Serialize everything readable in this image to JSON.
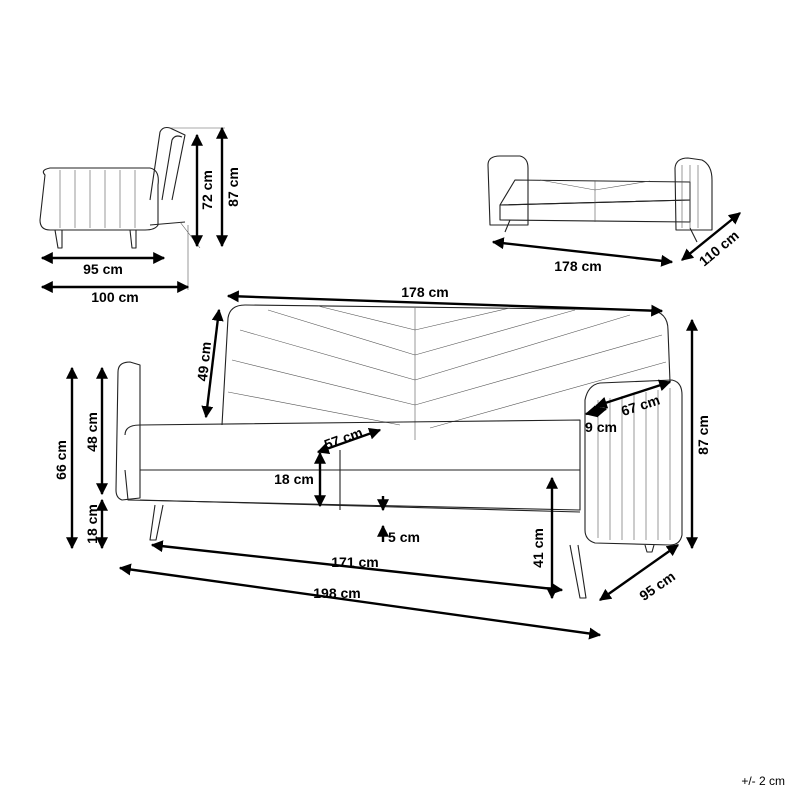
{
  "side_view": {
    "height_reclined": "72 cm",
    "height": "87 cm",
    "depth_seat": "95 cm",
    "depth_total": "100 cm"
  },
  "bed_view": {
    "width": "178 cm",
    "depth": "110 cm"
  },
  "front_view": {
    "back_width": "178 cm",
    "back_height": "49 cm",
    "total_height_left": "66 cm",
    "arm_height": "48 cm",
    "leg_height_left": "18 cm",
    "seat_depth": "57 cm",
    "seat_cushion": "18 cm",
    "arm_depth": "67 cm",
    "arm_width": "9 cm",
    "total_height": "87 cm",
    "clearance": "5 cm",
    "seat_height": "41 cm",
    "seat_width": "171 cm",
    "total_width": "198 cm",
    "total_depth": "95 cm"
  },
  "tolerance": "+/- 2 cm"
}
